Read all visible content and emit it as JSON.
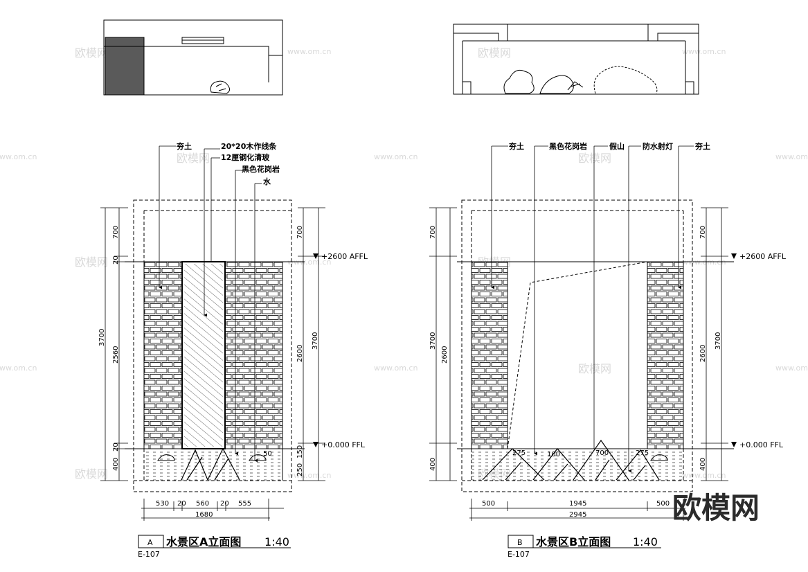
{
  "brand": "欧模网",
  "watermark": {
    "logo": "欧模网",
    "url": "www.om.cn"
  },
  "elevation_a": {
    "badge_letter": "A",
    "badge_sheet": "E-107",
    "title": "水景区A立面图",
    "scale": "1:40",
    "callouts": [
      "夯土",
      "20*20木作线条",
      "12厘钢化清玻",
      "黑色花岗岩",
      "水"
    ],
    "level_top": "+2600  AFFL",
    "level_floor": "+0.000 FFL",
    "left_dims": {
      "outer": "3700",
      "top": "700",
      "upper_gap": "20",
      "middle": "2560",
      "lower_gap": "20",
      "base": "400"
    },
    "right_dims": {
      "top": "700",
      "middle": "2600",
      "overall": "3700",
      "base_a": "150",
      "base_b": "250",
      "ledge": "50"
    },
    "bottom_dims": [
      "530",
      "20",
      "560",
      "20",
      "555"
    ],
    "total_width": "1680"
  },
  "elevation_b": {
    "badge_letter": "B",
    "badge_sheet": "E-107",
    "title": "水景区B立面图",
    "scale": "1:40",
    "callouts": [
      "夯土",
      "黑色花岗岩",
      "假山",
      "防水射灯",
      "夯土"
    ],
    "level_top": "+2600  AFFL",
    "level_floor": "+0.000 FFL",
    "left_dims": {
      "outer": "3700",
      "top": "700",
      "middle": "2600",
      "base": "400"
    },
    "right_dims": {
      "top": "700",
      "middle": "2600",
      "overall": "3700",
      "base": "400"
    },
    "bottom_dims": [
      "500",
      "1945",
      "500"
    ],
    "total_width": "2945",
    "base_labels": [
      "275",
      "100",
      "700",
      "275"
    ]
  }
}
